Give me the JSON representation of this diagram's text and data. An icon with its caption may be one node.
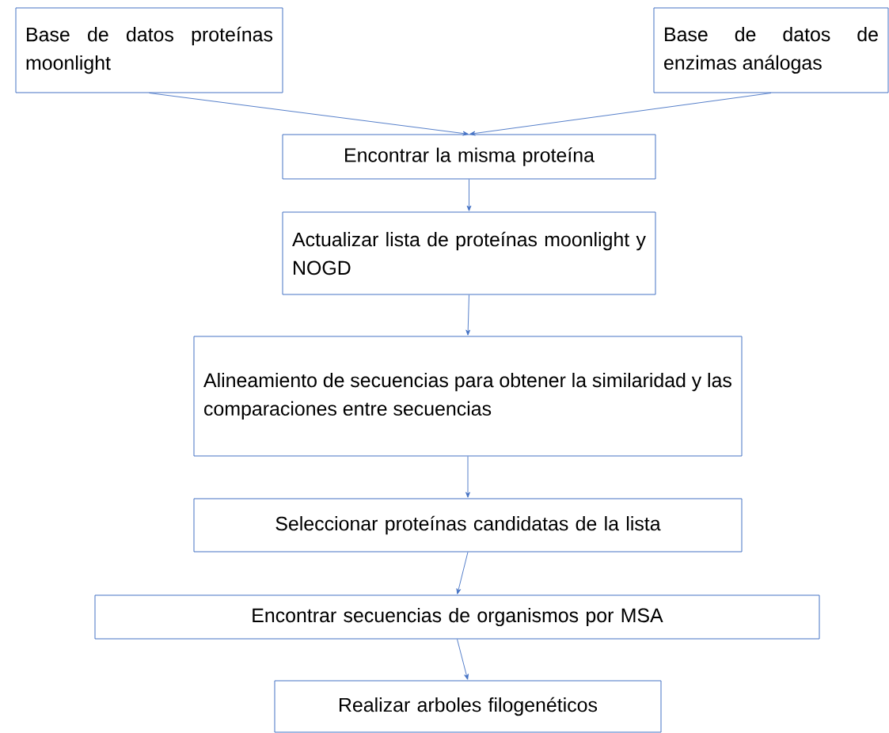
{
  "diagram": {
    "nodes": [
      {
        "text": [
          "Base de datos proteínas moonlight"
        ]
      },
      {
        "text": [
          "Base de datos de enzimas análogas"
        ]
      },
      {
        "text": [
          "Encontrar la misma proteína"
        ]
      },
      {
        "text": [
          "Actualizar lista de proteínas moonlight y NOGD"
        ]
      },
      {
        "text": [
          "Alineamiento de secuencias para obtener la similaridad y las comparaciones entre secuencias"
        ]
      },
      {
        "text": [
          "Seleccionar proteínas candidatas de la lista"
        ]
      },
      {
        "text": [
          "Encontrar secuencias de organismos por MSA"
        ]
      },
      {
        "text": [
          "Realizar arboles filogenéticos"
        ]
      }
    ],
    "edges": [
      {
        "from": 0,
        "to": 2,
        "arrow": "to"
      },
      {
        "from": 1,
        "to": 2,
        "arrow": "to"
      },
      {
        "from": 2,
        "to": 3,
        "arrow": "to"
      },
      {
        "from": 3,
        "to": 4,
        "arrow": "to"
      },
      {
        "from": 4,
        "to": 5,
        "arrow": "to"
      },
      {
        "from": 5,
        "to": 6,
        "arrow": "to"
      },
      {
        "from": 6,
        "to": 7,
        "arrow": "to"
      }
    ]
  }
}
